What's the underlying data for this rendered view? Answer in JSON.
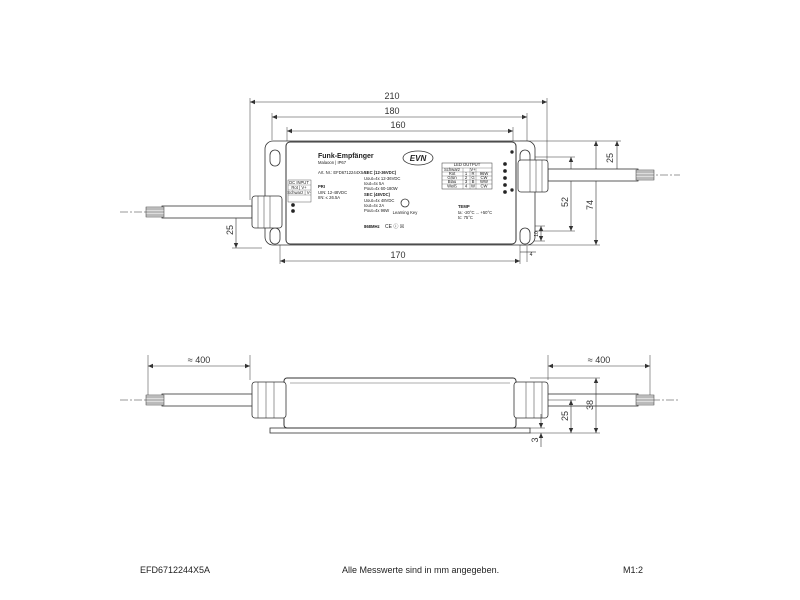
{
  "dimensions": {
    "top_width_total": "210",
    "top_width_mid": "180",
    "top_width_body": "160",
    "bottom_width": "170",
    "height_total": "74",
    "height_mount": "52",
    "cable_offset_right": "25",
    "cable_offset_left": "25",
    "hole_size": "10",
    "hole_offset": "4",
    "cable_len_left": "≈ 400",
    "cable_len_right": "≈ 400",
    "side_height_cable": "25",
    "side_height_total": "38",
    "base_thickness": "3"
  },
  "label": {
    "title": "Funk-Empfänger",
    "subtitle": "Malaoon | IP67",
    "art": "Art. Nr.: EFD6712244X5A",
    "brand": "EVN",
    "pri_head": "PRI",
    "pri_line1": "UIN: 12-48VDC",
    "pri_line2": "IIN: ≤ 26.5A",
    "sec1_head": "SEC (12-36VDC)",
    "sec1_line1": "Uout=4x 12-36VDC",
    "sec1_line2": "Iout=4x 5A",
    "sec1_line3": "Pout=4x 60-180W",
    "sec2_head": "SEC (48VDC)",
    "sec2_line1": "Uout=4x 48VDC",
    "sec2_line2": "Iout=4x 2A",
    "sec2_line3": "Pout=4x 96W",
    "freq": "868MHz",
    "learn": "Learning Key",
    "led_title": "LED OUTPUT",
    "led_rows": [
      [
        "Schwarz",
        "V+",
        ""
      ],
      [
        "Rot",
        "1",
        "R",
        "96W"
      ],
      [
        "Grün",
        "2",
        "G",
        "CW"
      ],
      [
        "Blau",
        "3",
        "B",
        "WW"
      ],
      [
        "Weiß",
        "4",
        "W",
        "CW"
      ]
    ],
    "temp_head": "TEMP",
    "temp_line1": "ta: -20°C ... +50°C",
    "temp_line2": "tc: 75°C",
    "dc_input": "DC INPUT",
    "input_row1": "Rot  | V+",
    "input_row2": "Schwarz | V-"
  },
  "footer": {
    "article": "EFD6712244X5A",
    "note": "Alle Messwerte sind in mm angegeben.",
    "scale": "M1:2"
  }
}
